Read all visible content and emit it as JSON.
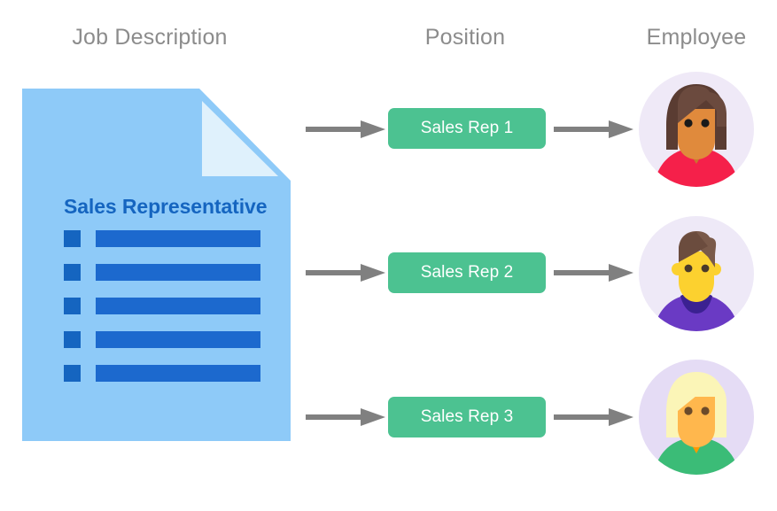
{
  "diagram": {
    "type": "flow",
    "title": "Job Description to Position to Employee mapping",
    "background": "#ffffff",
    "columns": [
      {
        "id": "job-description",
        "label": "Job Description"
      },
      {
        "id": "position",
        "label": "Position"
      },
      {
        "id": "employee",
        "label": "Employee"
      }
    ],
    "header_color": "#8c8c8c"
  },
  "document": {
    "title": "Sales Representative",
    "title_color": "#1565C0",
    "body_color": "#8ECAF8",
    "fold_color": "#DFF1FC",
    "bar_color": "#1C69CE",
    "bullet_color": "#1565C0",
    "line_count": 5,
    "lines": [
      {
        "bullet": "square-bullet",
        "bar": "text-line"
      },
      {
        "bullet": "square-bullet",
        "bar": "text-line"
      },
      {
        "bullet": "square-bullet",
        "bar": "text-line"
      },
      {
        "bullet": "square-bullet",
        "bar": "text-line"
      },
      {
        "bullet": "square-bullet",
        "bar": "text-line"
      }
    ]
  },
  "arrows": {
    "color": "#808080",
    "left_arrows": [
      {
        "id": "arrow-doc-to-rep-1",
        "direction": "right"
      },
      {
        "id": "arrow-doc-to-rep-2",
        "direction": "right"
      },
      {
        "id": "arrow-doc-to-rep-3",
        "direction": "right"
      }
    ],
    "right_arrows": [
      {
        "id": "arrow-rep-1-to-employee-1",
        "direction": "right"
      },
      {
        "id": "arrow-rep-2-to-employee-2",
        "direction": "right"
      },
      {
        "id": "arrow-rep-3-to-employee-3",
        "direction": "right"
      }
    ]
  },
  "positions": {
    "button_color": "#4CC291",
    "text_color": "#ffffff",
    "items": [
      {
        "label": "Sales Rep 1"
      },
      {
        "label": "Sales Rep 2"
      },
      {
        "label": "Sales Rep 3"
      }
    ]
  },
  "employees": [
    {
      "id": "employee-1",
      "icon": "avatar-woman-brown-hair",
      "circle_bg": "#EFE9F7",
      "hair": "#6B4A3E",
      "hair_shadow": "#5A3C32",
      "skin": "#E08A3C",
      "skin_shadow": "#C9762F",
      "shirt": "#F5204A",
      "eyes": "#1A1A1A"
    },
    {
      "id": "employee-2",
      "icon": "avatar-man-brown-hair",
      "circle_bg": "#EEE9F7",
      "hair": "#7A5A4A",
      "hair_shadow": "#6B4C3E",
      "skin": "#FCD12F",
      "skin_shadow": "#E8BC16",
      "shirt": "#6A3AC4",
      "collar": "#3B2191",
      "eyes": "#4A3A2A"
    },
    {
      "id": "employee-3",
      "icon": "avatar-woman-blonde-hair",
      "circle_bg": "#E5DCF5",
      "hair": "#FBF5B7",
      "hair_shadow": "#D6A33A",
      "skin": "#FFB74D",
      "skin_shadow": "#FF9800",
      "shirt": "#3BBC77",
      "eyes": "#6B4A2A"
    }
  ]
}
